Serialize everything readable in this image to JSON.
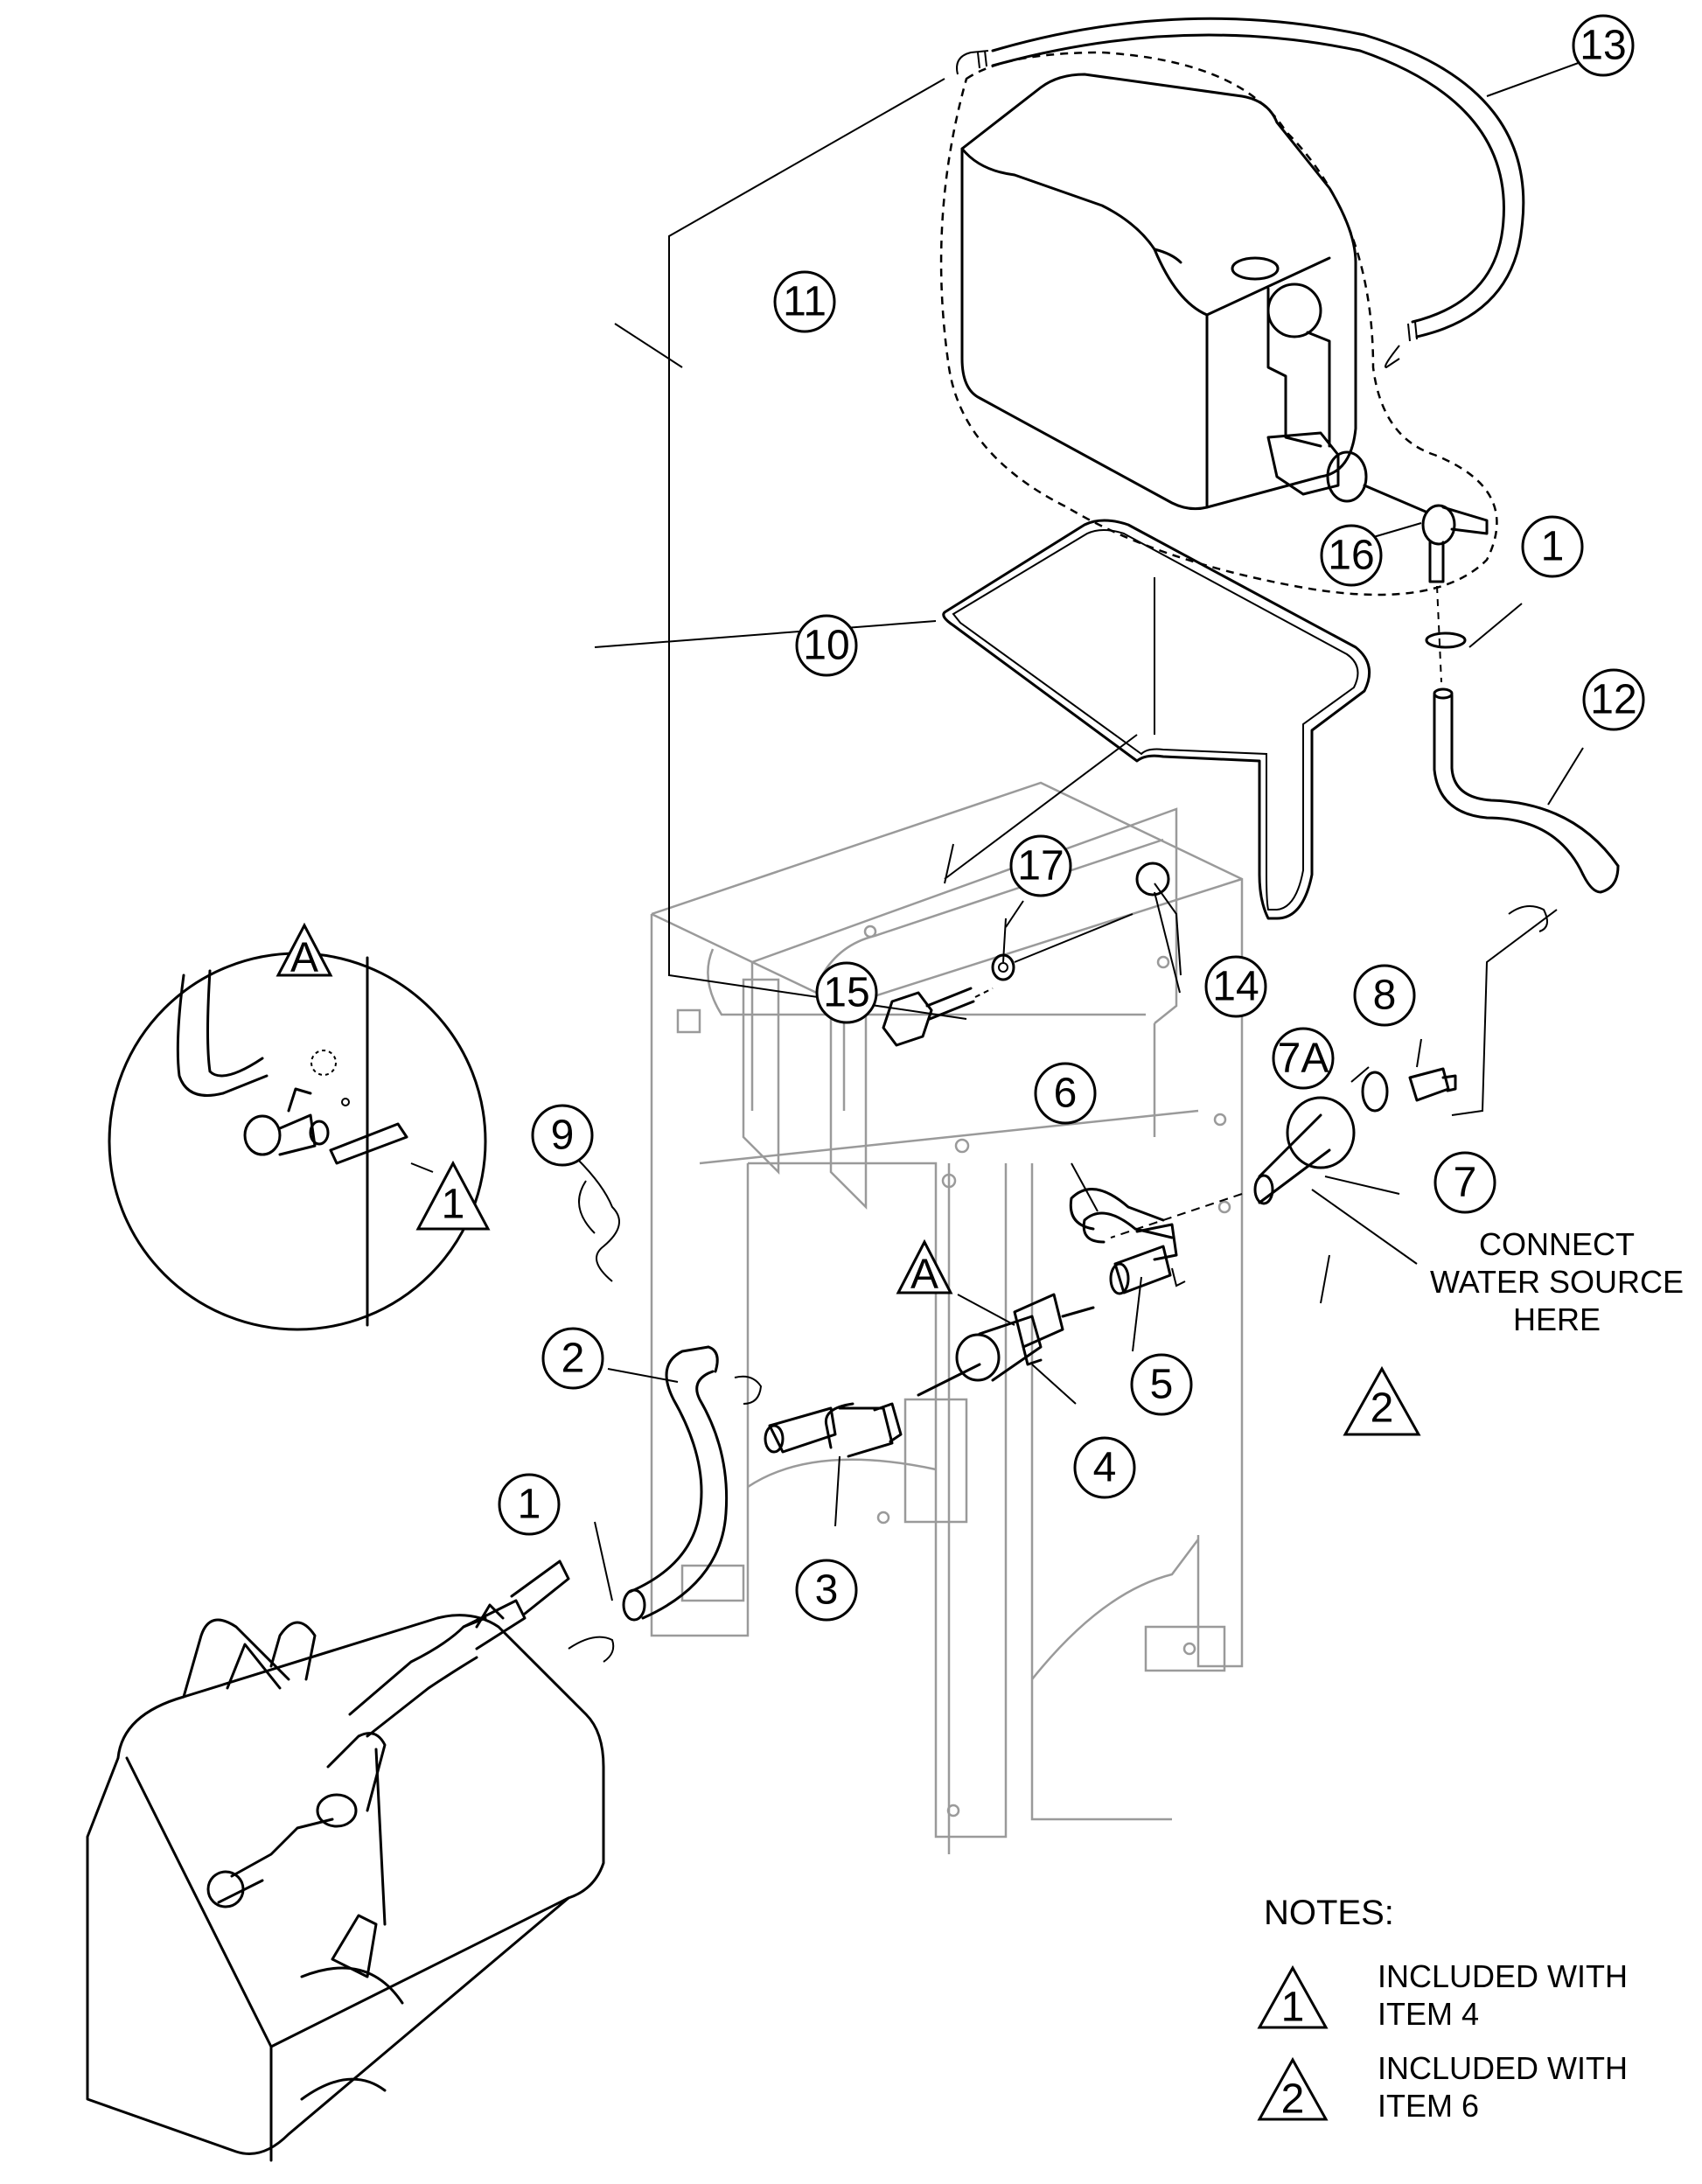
{
  "callouts": {
    "c1a": "1",
    "c1b": "1",
    "c2": "2",
    "c3": "3",
    "c4": "4",
    "c5": "5",
    "c6": "6",
    "c7": "7",
    "c7a": "7A",
    "c8": "8",
    "c9": "9",
    "c10": "10",
    "c11": "11",
    "c12": "12",
    "c13": "13",
    "c14": "14",
    "c15": "15",
    "c16": "16",
    "c17": "17"
  },
  "triangles": {
    "detail_a": "A",
    "detail_a_main": "A",
    "note1_inset": "1",
    "note2_nut": "2"
  },
  "annotation": {
    "line1": "CONNECT",
    "line2": "WATER SOURCE",
    "line3": "HERE"
  },
  "notes": {
    "title": "NOTES:",
    "n1_symbol": "1",
    "n1_line1": "INCLUDED WITH",
    "n1_line2": "ITEM 4",
    "n2_symbol": "2",
    "n2_line1": "INCLUDED WITH",
    "n2_line2": "ITEM 6"
  }
}
